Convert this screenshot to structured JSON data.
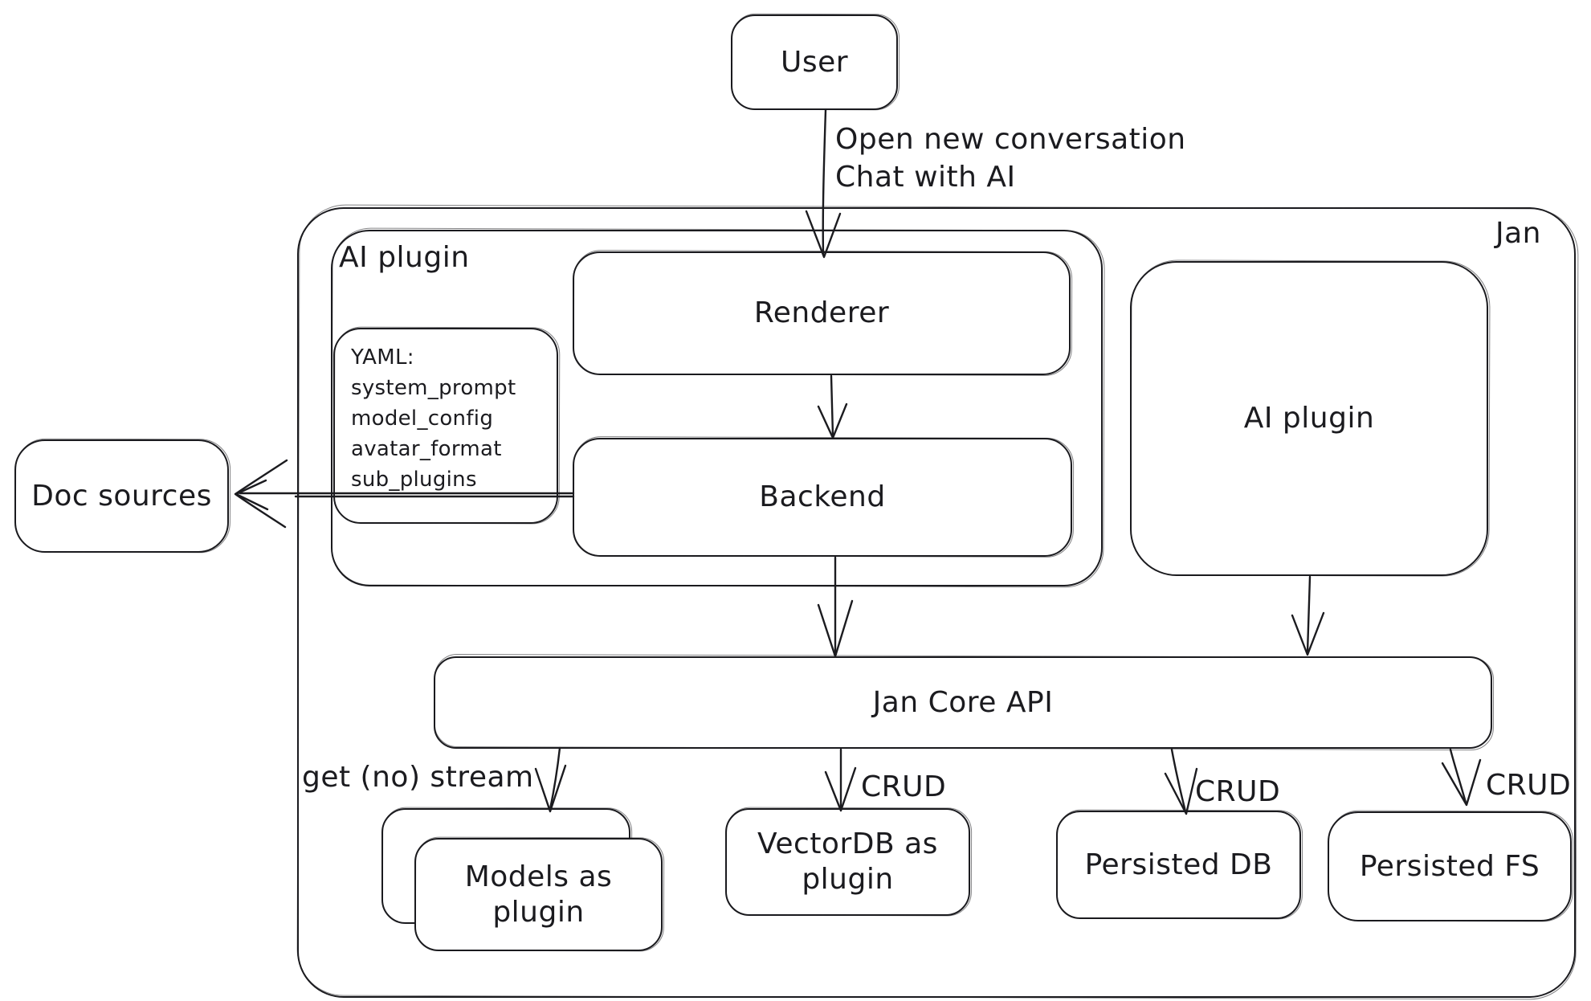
{
  "ink_color": "#1b1b1f",
  "background_color": "#ffffff",
  "nodes": {
    "user": {
      "label": "User"
    },
    "jan": {
      "label": "Jan"
    },
    "ai_plugin_container": {
      "label": "AI plugin"
    },
    "yaml_note": {
      "lines": [
        "YAML:",
        "system_prompt",
        "model_config",
        "avatar_format",
        "sub_plugins"
      ]
    },
    "renderer": {
      "label": "Renderer"
    },
    "backend": {
      "label": "Backend"
    },
    "ai_plugin_right": {
      "label": "AI plugin"
    },
    "jan_core_api": {
      "label": "Jan Core API"
    },
    "doc_sources": {
      "label": "Doc sources"
    },
    "models": {
      "line1": "Models as",
      "line2": "plugin"
    },
    "vectordb": {
      "line1": "VectorDB as",
      "line2": "plugin"
    },
    "persisted_db": {
      "label": "Persisted DB"
    },
    "persisted_fs": {
      "label": "Persisted FS"
    }
  },
  "edge_labels": {
    "user_to_renderer_line1": "Open new conversation",
    "user_to_renderer_line2": "Chat with AI",
    "get_no_stream": "get (no) stream",
    "crud_vectordb": "CRUD",
    "crud_persisted_db": "CRUD",
    "crud_persisted_fs": "CRUD"
  }
}
